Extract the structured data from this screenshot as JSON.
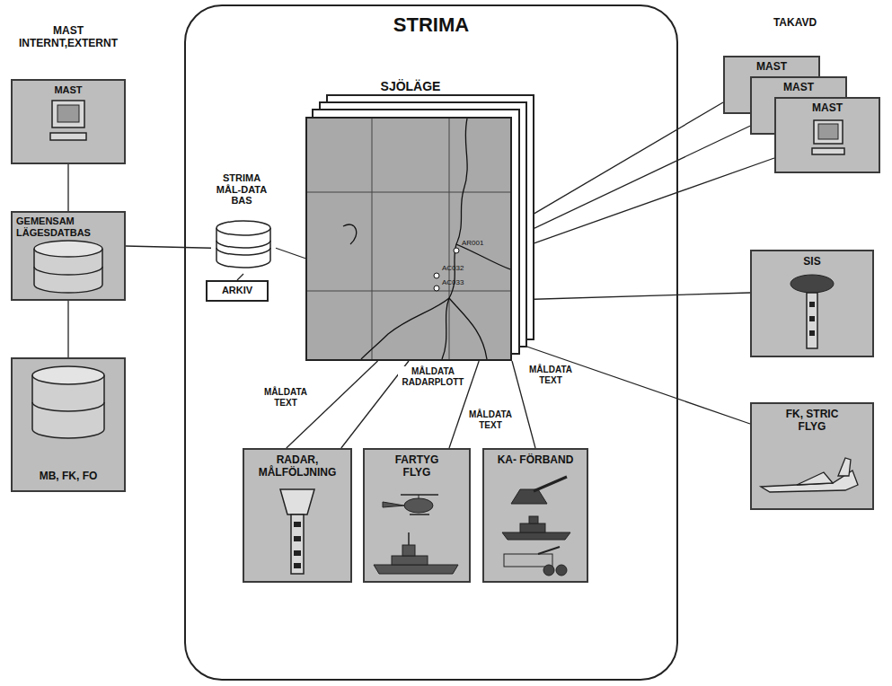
{
  "diagram": {
    "nodes": [
      {
        "text": [
          "MAST INTERNT,EXTERNT",
          "MAST"
        ]
      },
      {
        "text": [
          "GEMENSAM LÄGESDATBAS"
        ]
      },
      {
        "text": [
          "MB, FK, FO"
        ]
      },
      {
        "text": [
          "STRIMA"
        ]
      },
      {
        "text": [
          "SJÖLÄGE"
        ],
        "in": 3
      },
      {
        "text": [
          "STRIMA MÅL-DATA BAS"
        ],
        "in": 3
      },
      {
        "text": [
          "ARKIV"
        ],
        "in": 3
      },
      {
        "text": [
          "RADAR, MÅLFÖLJNING"
        ],
        "in": 3
      },
      {
        "text": [
          "FARTYG FLYG"
        ],
        "in": 3
      },
      {
        "text": [
          "KA- FÖRBAND"
        ],
        "in": 3
      },
      {
        "text": [
          "MAST"
        ]
      },
      {
        "text": [
          "MAST"
        ]
      },
      {
        "text": [
          "MAST"
        ]
      },
      {
        "text": [
          "SIS"
        ]
      },
      {
        "text": [
          "FK, STRIC FLYG"
        ]
      }
    ],
    "edges": [
      {
        "from": 0,
        "to": 1,
        "arrow": "none"
      },
      {
        "from": 1,
        "to": 2,
        "arrow": "none"
      },
      {
        "from": 1,
        "to": 5,
        "arrow": "none"
      },
      {
        "from": 5,
        "to": 4,
        "arrow": "none"
      },
      {
        "from": 5,
        "to": 6,
        "arrow": "none"
      },
      {
        "from": 4,
        "to": 7,
        "label": "MÅLDATA TEXT",
        "arrow": "none"
      },
      {
        "from": 4,
        "to": 7,
        "label": "MÅLDATA RADARPLOTT",
        "arrow": "none"
      },
      {
        "from": 4,
        "to": 8,
        "label": "MÅLDATA TEXT",
        "arrow": "none"
      },
      {
        "from": 4,
        "to": 9,
        "label": "MÅLDATA TEXT",
        "arrow": "none"
      },
      {
        "from": 4,
        "to": 10,
        "arrow": "none"
      },
      {
        "from": 4,
        "to": 11,
        "arrow": "none"
      },
      {
        "from": 4,
        "to": 12,
        "arrow": "none"
      },
      {
        "from": 4,
        "to": 13,
        "arrow": "none"
      },
      {
        "from": 4,
        "to": 14,
        "arrow": "none"
      }
    ],
    "labels": [
      "TAKAVD",
      "AR001",
      "AC032",
      "AC033"
    ]
  }
}
